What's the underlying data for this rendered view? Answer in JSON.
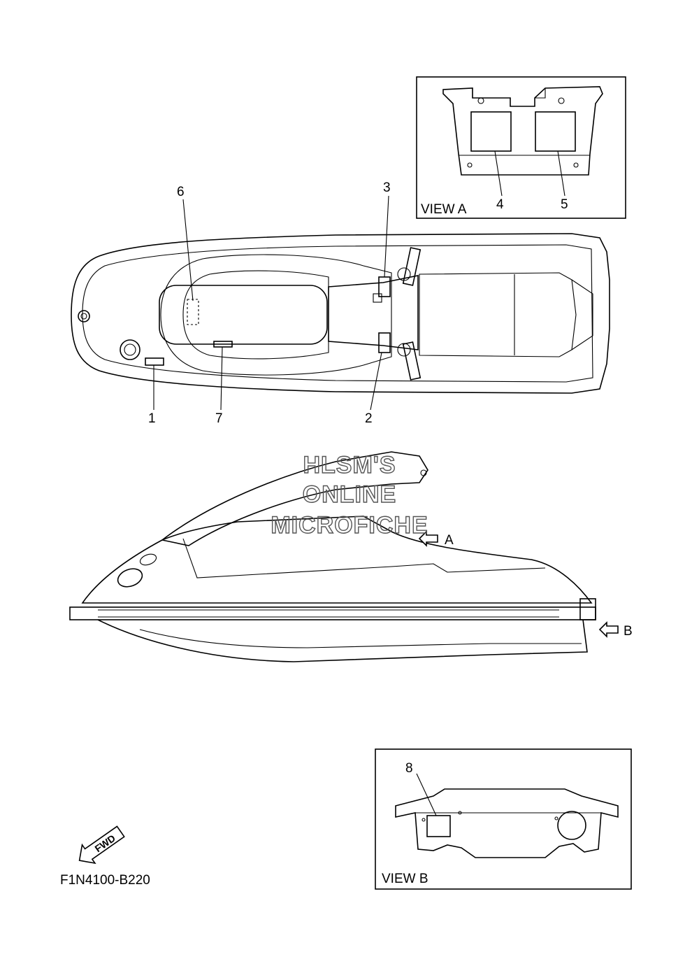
{
  "callouts": {
    "c1": "1",
    "c2": "2",
    "c3": "3",
    "c4": "4",
    "c5": "5",
    "c6": "6",
    "c7": "7",
    "c8": "8"
  },
  "views": {
    "view_a_title": "VIEW A",
    "view_b_title": "VIEW B",
    "arrow_a_label": "A",
    "arrow_b_label": "B"
  },
  "watermark": {
    "line1": "HLSM'S",
    "line2": "ONLINE",
    "line3": "MICROFICHE"
  },
  "fwd_label": "FWD",
  "figure_code": "F1N4100-B220"
}
